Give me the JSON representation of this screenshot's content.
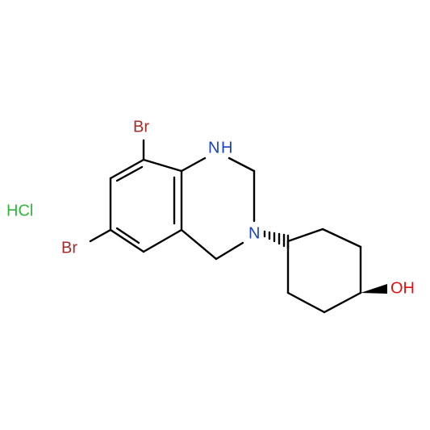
{
  "molecule": {
    "labels": {
      "br_top": "Br",
      "br_left": "Br",
      "nh": "H",
      "nh_n": "N",
      "n3": "N",
      "oh": "OH",
      "salt": "HCl"
    },
    "colors": {
      "bond": "#000000",
      "bromine": "#a52a2a",
      "nitrogen": "#1a44b8",
      "oxygen": "#e01010",
      "chlorine": "#2db83d"
    }
  }
}
